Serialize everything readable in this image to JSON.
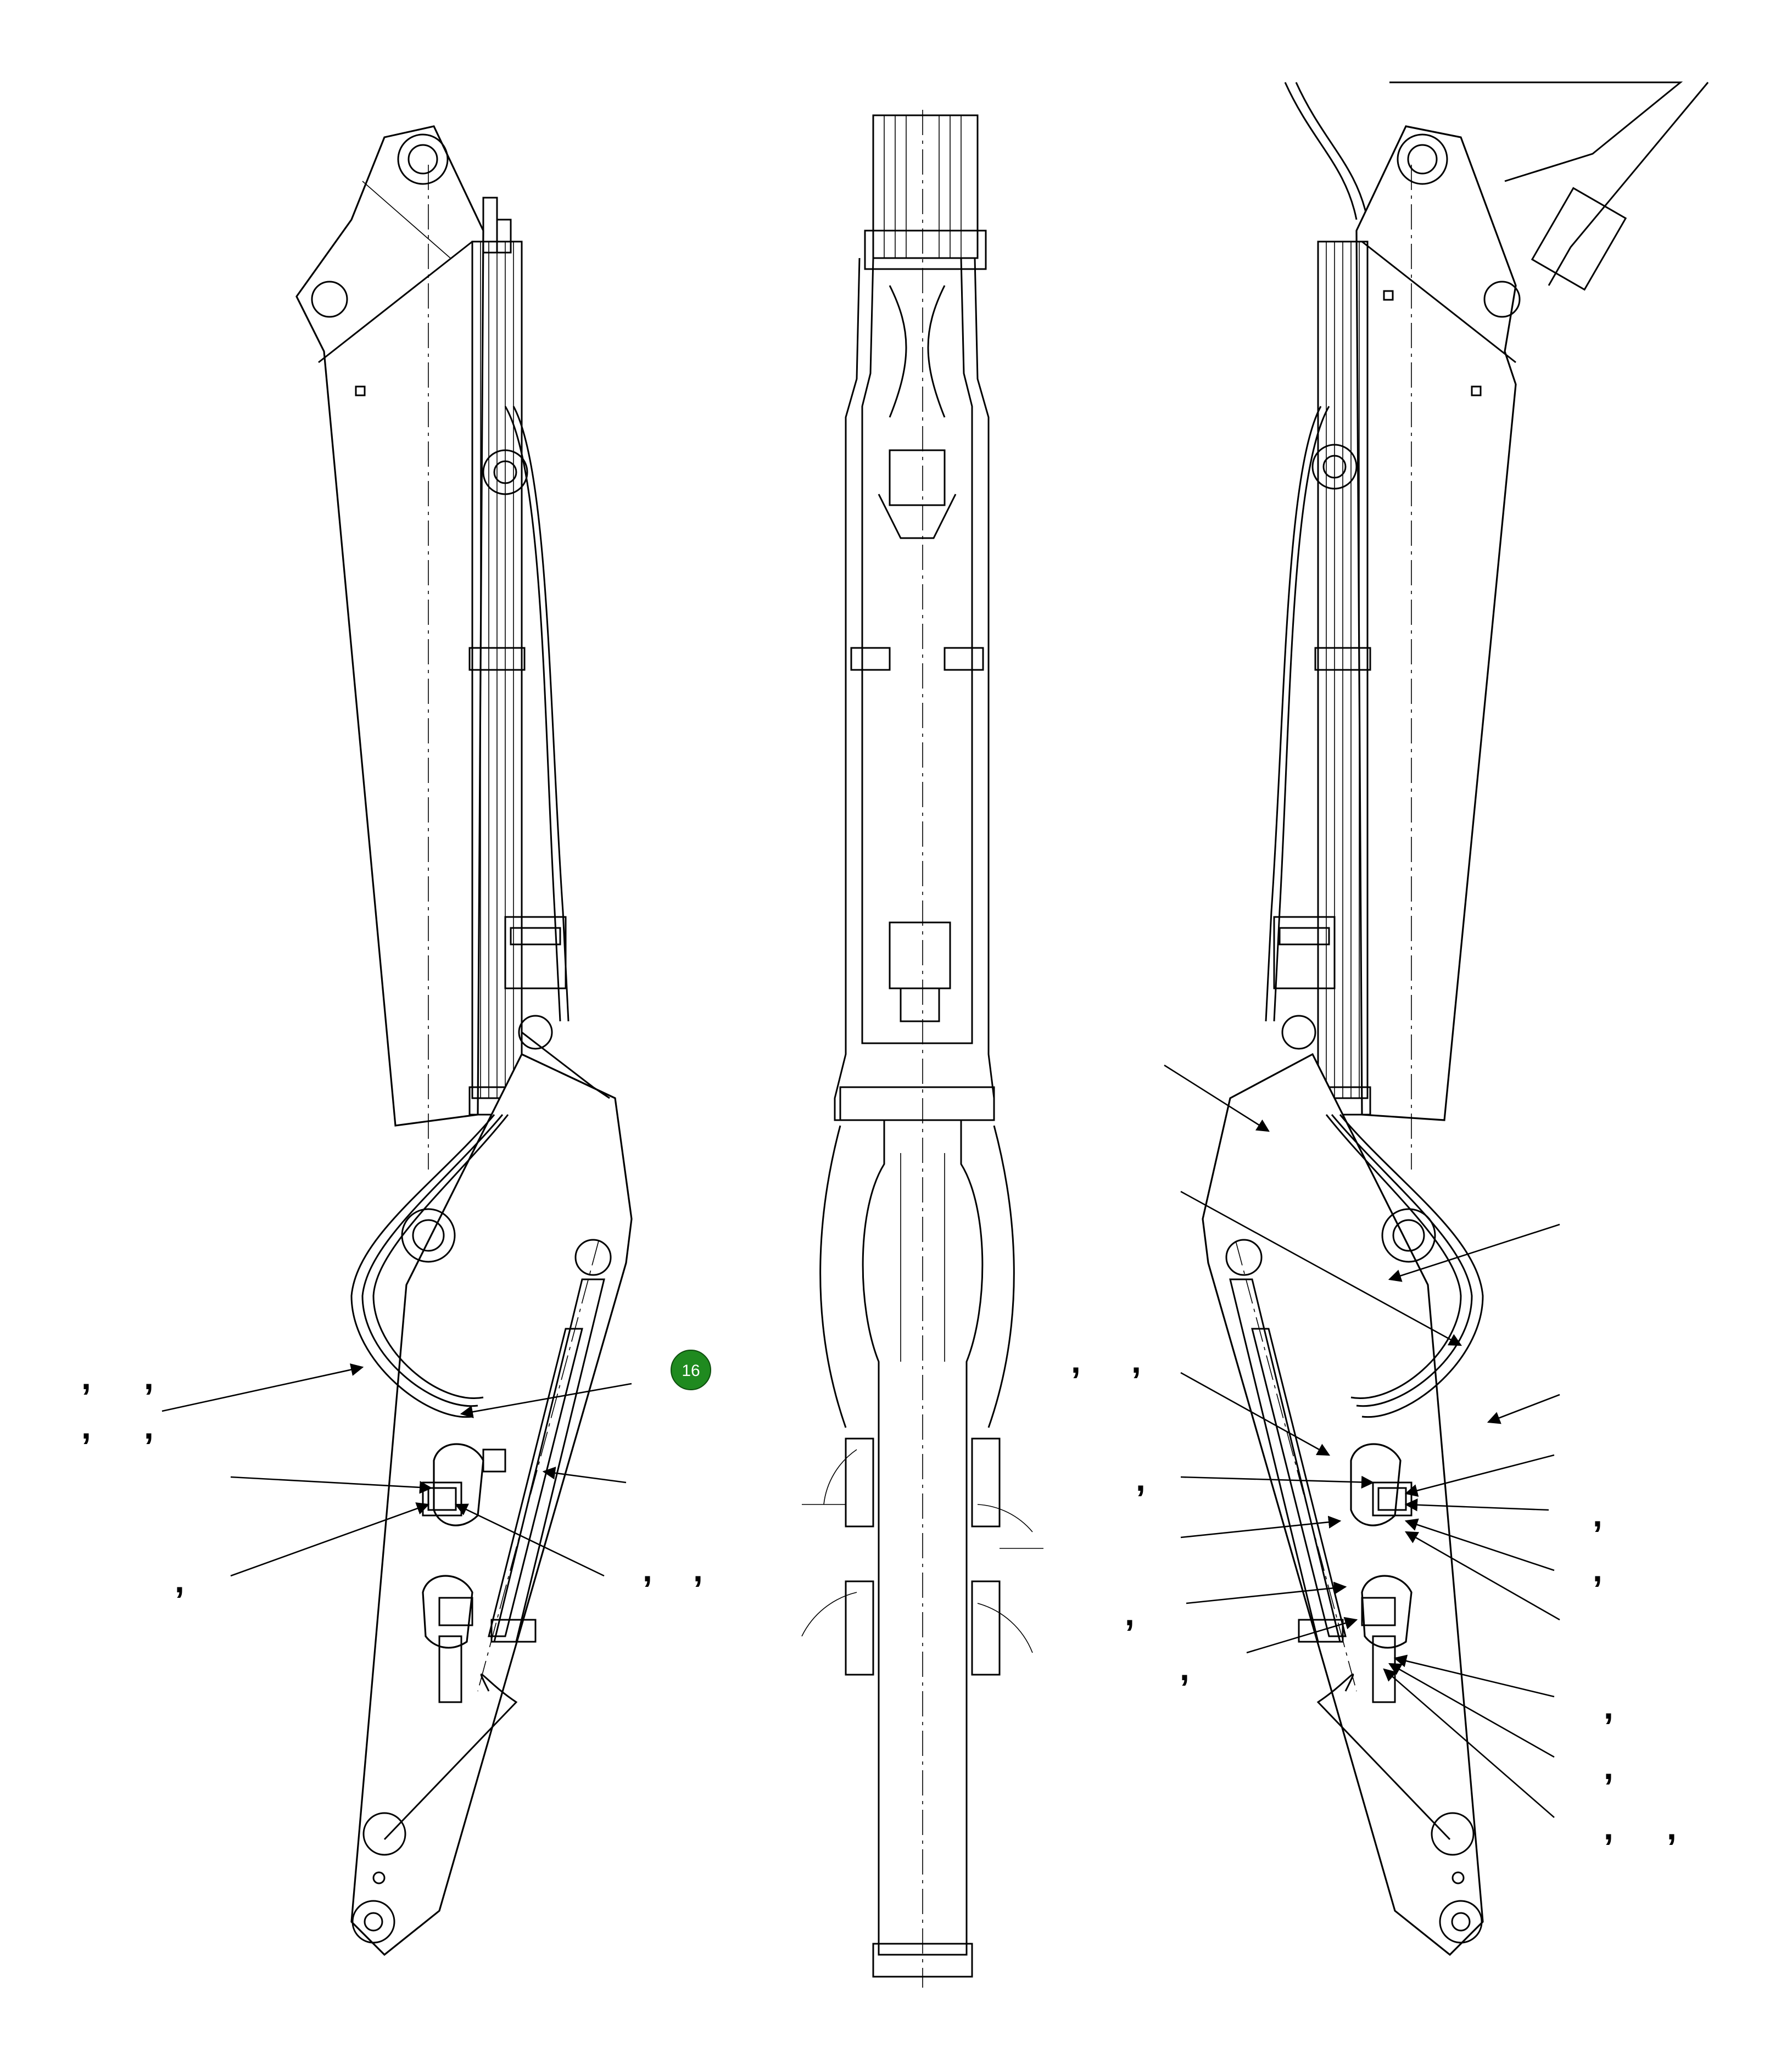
{
  "diagram": {
    "kind": "excavator arm hydraulic piping exploded view",
    "views": [
      "left-side-view",
      "top-view",
      "right-side-view"
    ],
    "callouts": [
      {
        "label": "16",
        "color": "#1f8a1f",
        "text_color": "#ffffff"
      }
    ],
    "separators": {
      "comma": ","
    }
  }
}
